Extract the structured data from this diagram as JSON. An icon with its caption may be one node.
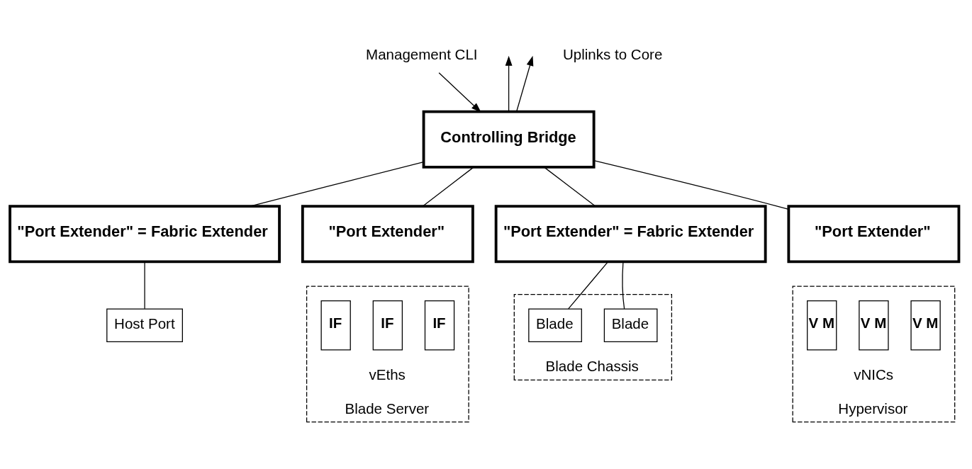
{
  "diagram": {
    "nodes": [
      {
        "text": [
          "Controlling Bridge"
        ]
      },
      {
        "text": [
          "Management CLI"
        ]
      },
      {
        "text": [
          "\"Port Extender\" = Fabric Extender"
        ]
      },
      {
        "text": [
          "\"Port Extender\""
        ]
      },
      {
        "text": [
          "\"Port Extender\" = Fabric Extender"
        ]
      },
      {
        "text": [
          "\"Port Extender\""
        ]
      },
      {
        "text": [
          "Host Port"
        ]
      },
      {
        "text": [
          "vEths",
          "Blade Server"
        ]
      },
      {
        "text": [
          "IF"
        ],
        "in": 7
      },
      {
        "text": [
          "IF"
        ],
        "in": 7
      },
      {
        "text": [
          "IF"
        ],
        "in": 7
      },
      {
        "text": [
          "Blade Chassis"
        ]
      },
      {
        "text": [
          "Blade"
        ],
        "in": 11
      },
      {
        "text": [
          "Blade"
        ],
        "in": 11
      },
      {
        "text": [
          "vNICs",
          "Hypervisor"
        ]
      },
      {
        "text": [
          "V M"
        ],
        "in": 14
      },
      {
        "text": [
          "V M"
        ],
        "in": 14
      },
      {
        "text": [
          "V M"
        ],
        "in": 14
      }
    ],
    "edges": [
      {
        "from": 0,
        "to": null,
        "arrow": "to"
      },
      {
        "from": 0,
        "to": null,
        "arrow": "to"
      },
      {
        "from": 1,
        "to": 0,
        "arrow": "to"
      },
      {
        "from": 0,
        "to": 2,
        "arrow": "none"
      },
      {
        "from": 0,
        "to": 3,
        "arrow": "none"
      },
      {
        "from": 0,
        "to": 4,
        "arrow": "none"
      },
      {
        "from": 0,
        "to": 5,
        "arrow": "none"
      },
      {
        "from": 2,
        "to": 6,
        "arrow": "none"
      },
      {
        "from": 4,
        "to": 12,
        "arrow": "none"
      },
      {
        "from": 4,
        "to": 13,
        "arrow": "none"
      }
    ],
    "labels": [
      "Uplinks to Core"
    ]
  }
}
